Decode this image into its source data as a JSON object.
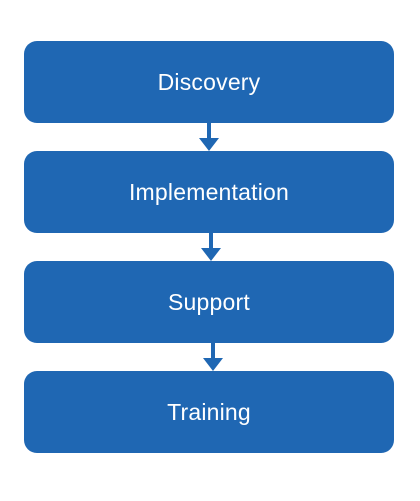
{
  "colors": {
    "box_fill": "#1f67b3",
    "arrow": "#1f67b3",
    "text": "#ffffff"
  },
  "flow": {
    "steps": [
      {
        "label": "Discovery"
      },
      {
        "label": "Implementation"
      },
      {
        "label": "Support"
      },
      {
        "label": "Training"
      }
    ]
  }
}
